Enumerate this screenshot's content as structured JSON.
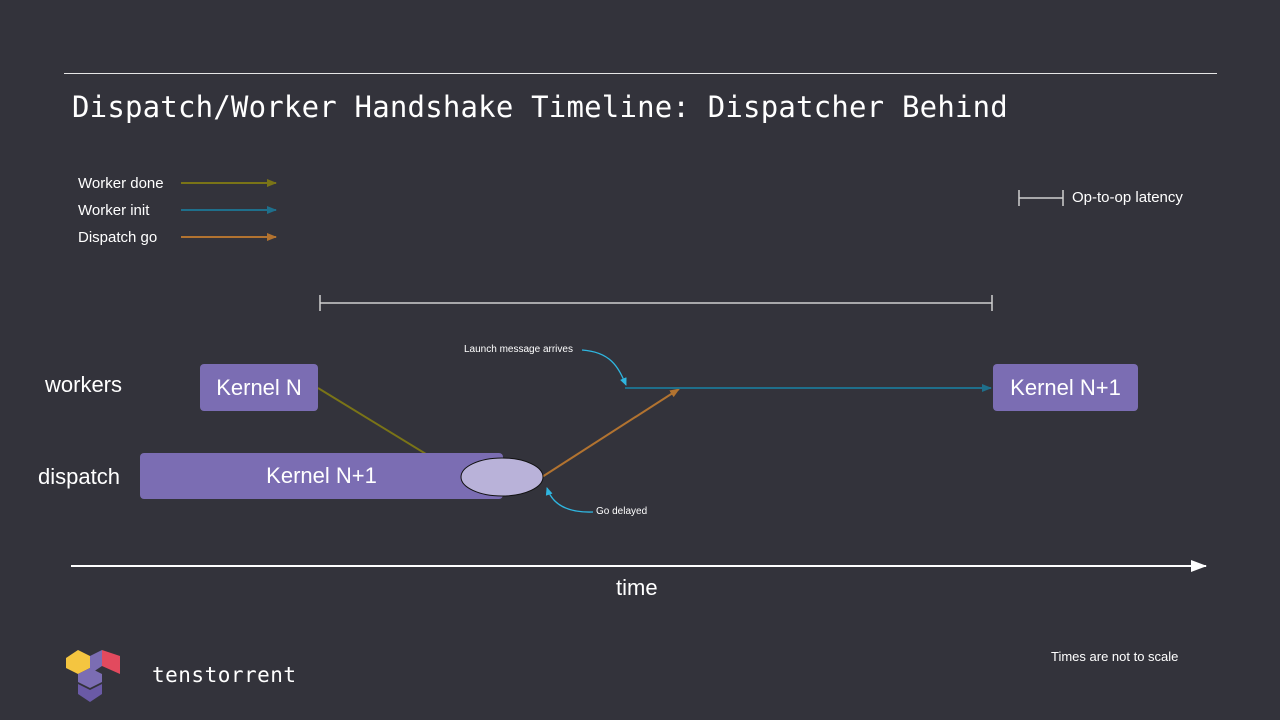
{
  "title": "Dispatch/Worker Handshake Timeline: Dispatcher Behind",
  "legend": [
    {
      "label": "Worker done",
      "color": "#7a7417"
    },
    {
      "label": "Worker init",
      "color": "#1f6f8b"
    },
    {
      "label": "Dispatch go",
      "color": "#b27330"
    }
  ],
  "latency_label": "Op-to-op latency",
  "lanes": {
    "workers": "workers",
    "dispatch": "dispatch"
  },
  "boxes": {
    "worker_kernel_n": "Kernel N",
    "dispatch_kernel_n1": "Kernel N+1",
    "worker_kernel_n1": "Kernel N+1"
  },
  "annotations": {
    "launch": "Launch message arrives",
    "go_delayed": "Go delayed"
  },
  "axis_label": "time",
  "note": "Times are not to scale",
  "brand": "tenstorrent",
  "colors": {
    "box": "#7b6db3",
    "ellipse": "#b9b2d9",
    "annotation": "#2fb6e0",
    "background": "#33333b"
  }
}
